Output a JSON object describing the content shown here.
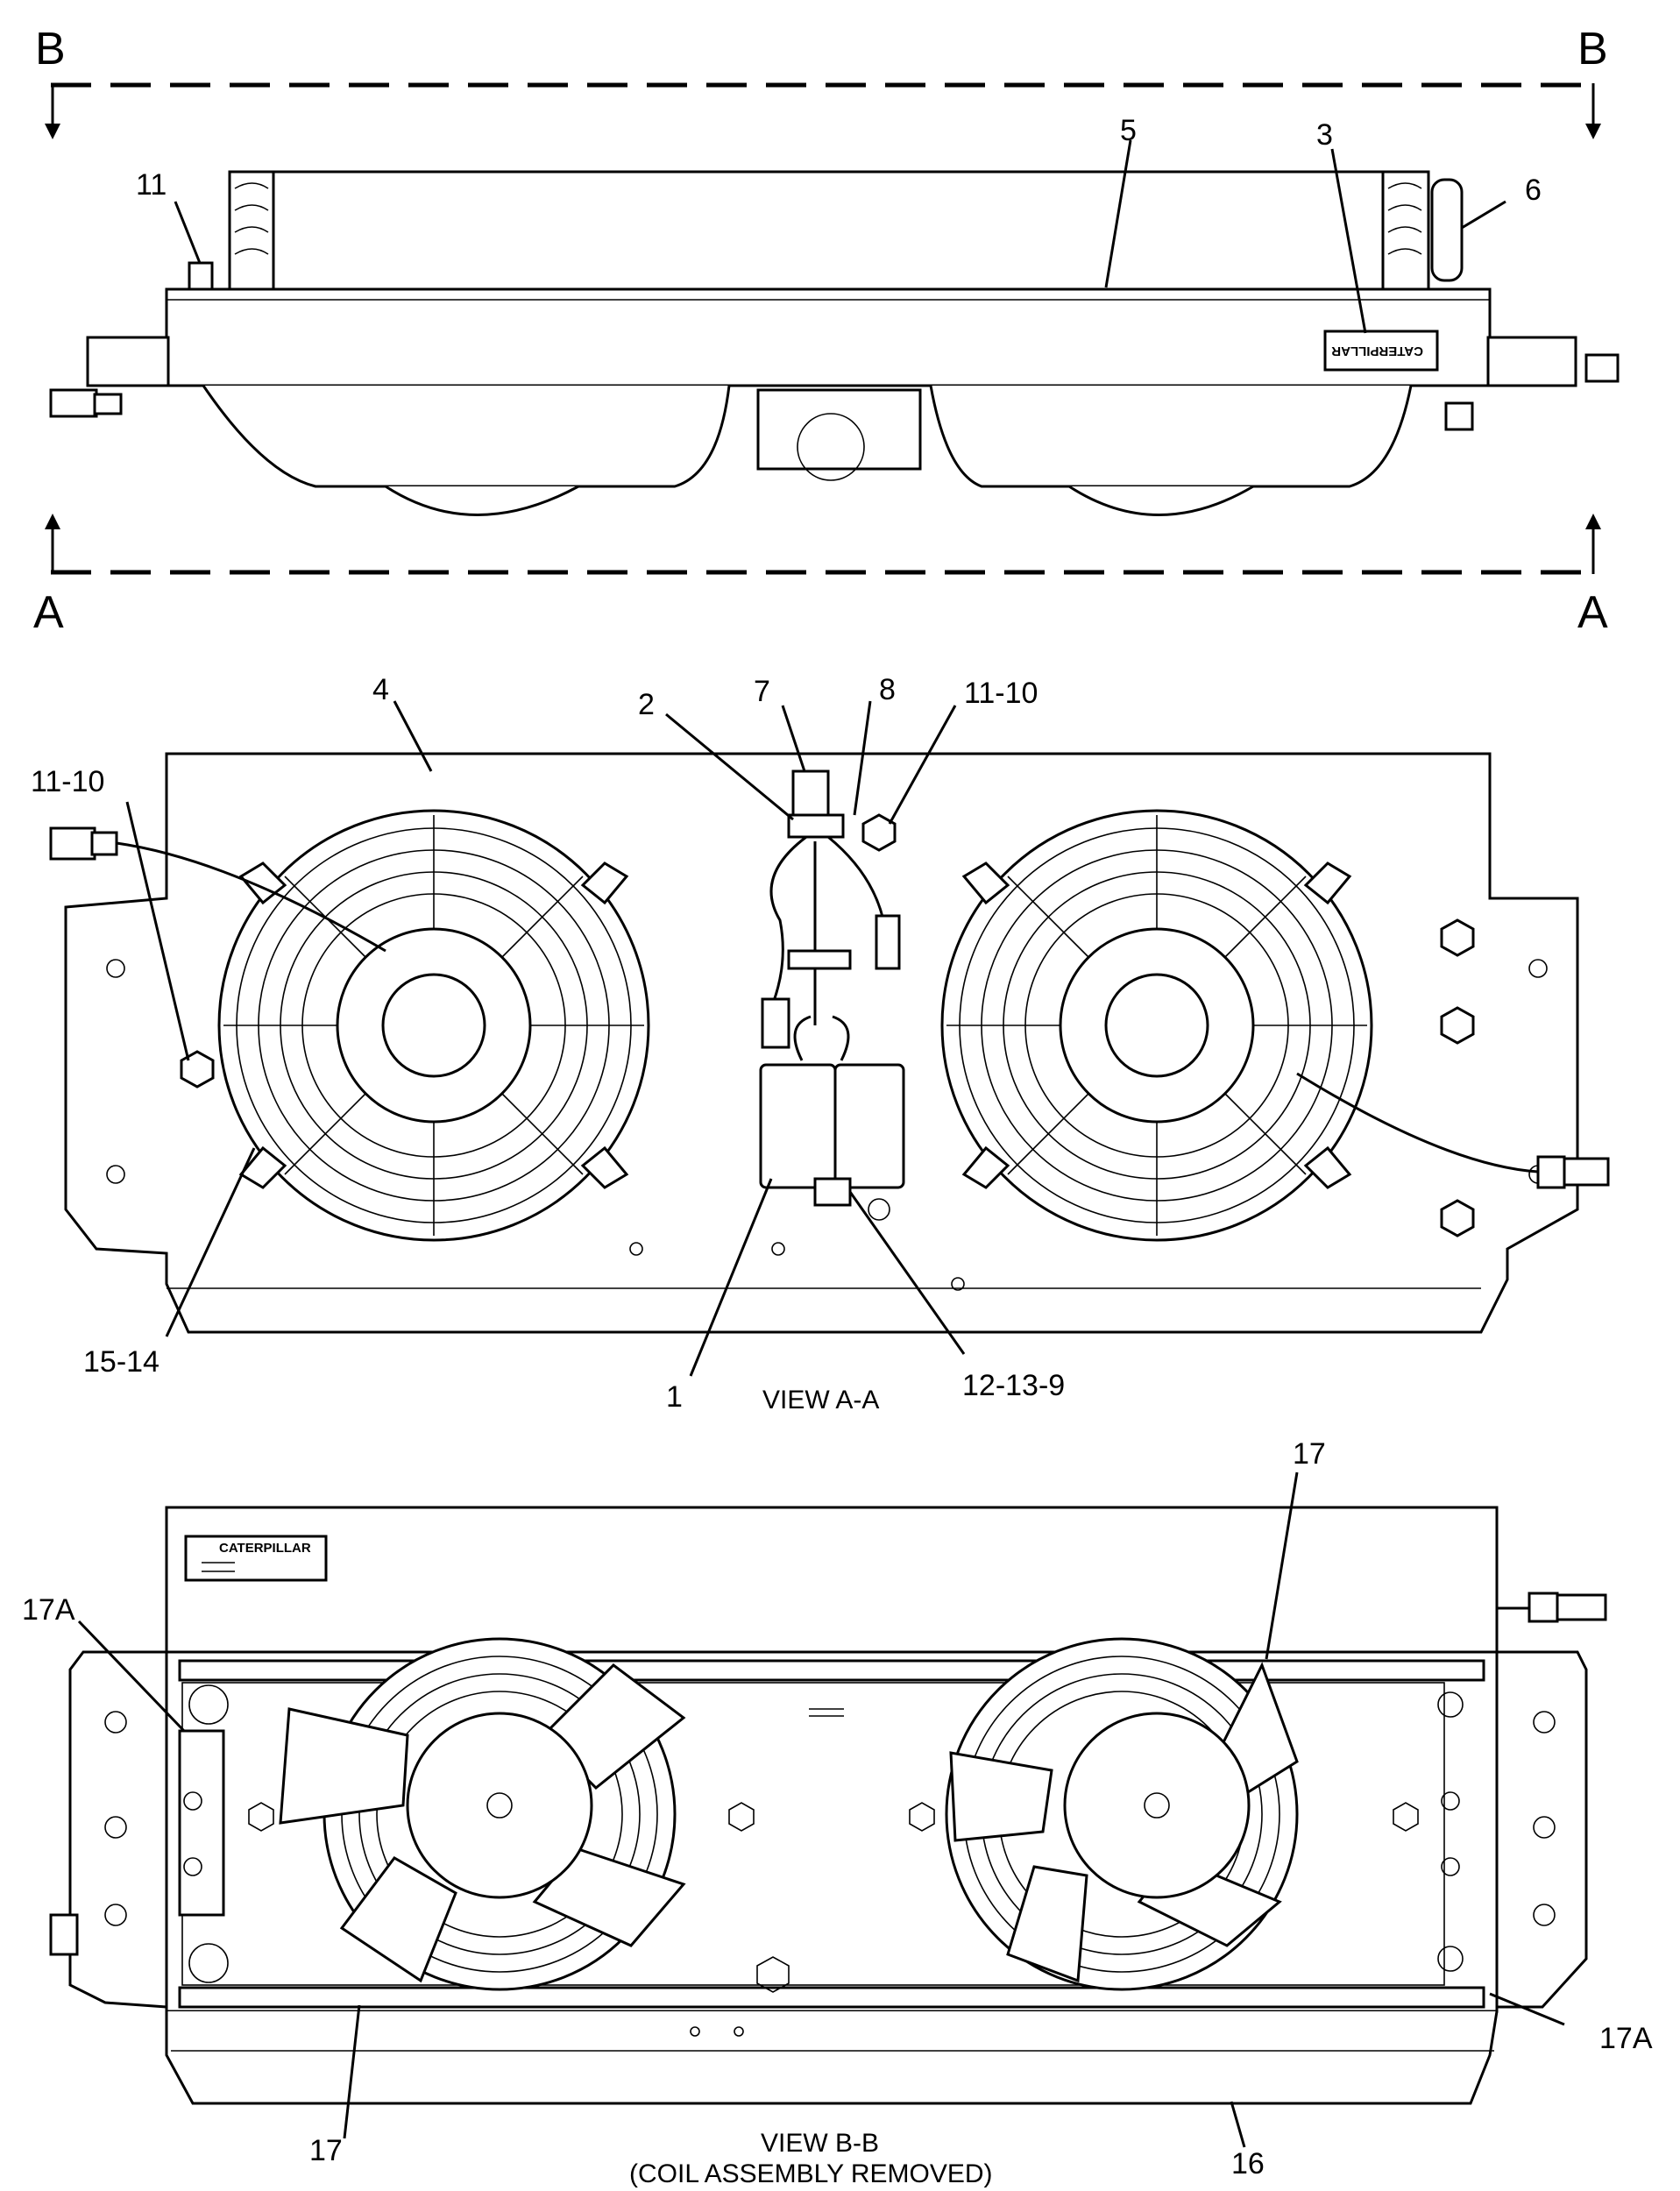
{
  "section_marks": {
    "b_left": "B",
    "b_right": "B",
    "a_left": "A",
    "a_right": "A"
  },
  "top_view": {
    "callouts": {
      "c11": "11",
      "c5": "5",
      "c3": "3",
      "c6": "6"
    },
    "nameplate": {
      "brand": "CATERPILLAR"
    }
  },
  "view_aa": {
    "title": "VIEW A-A",
    "callouts": {
      "c4": "4",
      "c2": "2",
      "c7": "7",
      "c8": "8",
      "c11_10_right": "11-10",
      "c11_10_left": "11-10",
      "c15_14": "15-14",
      "c1": "1",
      "c12_13_9": "12-13-9"
    }
  },
  "view_bb": {
    "title": "VIEW B-B",
    "subtitle": "(COIL ASSEMBLY REMOVED)",
    "callouts": {
      "c17_top": "17",
      "c17a_left": "17A",
      "c17a_right": "17A",
      "c17_bottom": "17",
      "c16": "16"
    },
    "nameplate": {
      "brand": "CATERPILLAR"
    }
  }
}
